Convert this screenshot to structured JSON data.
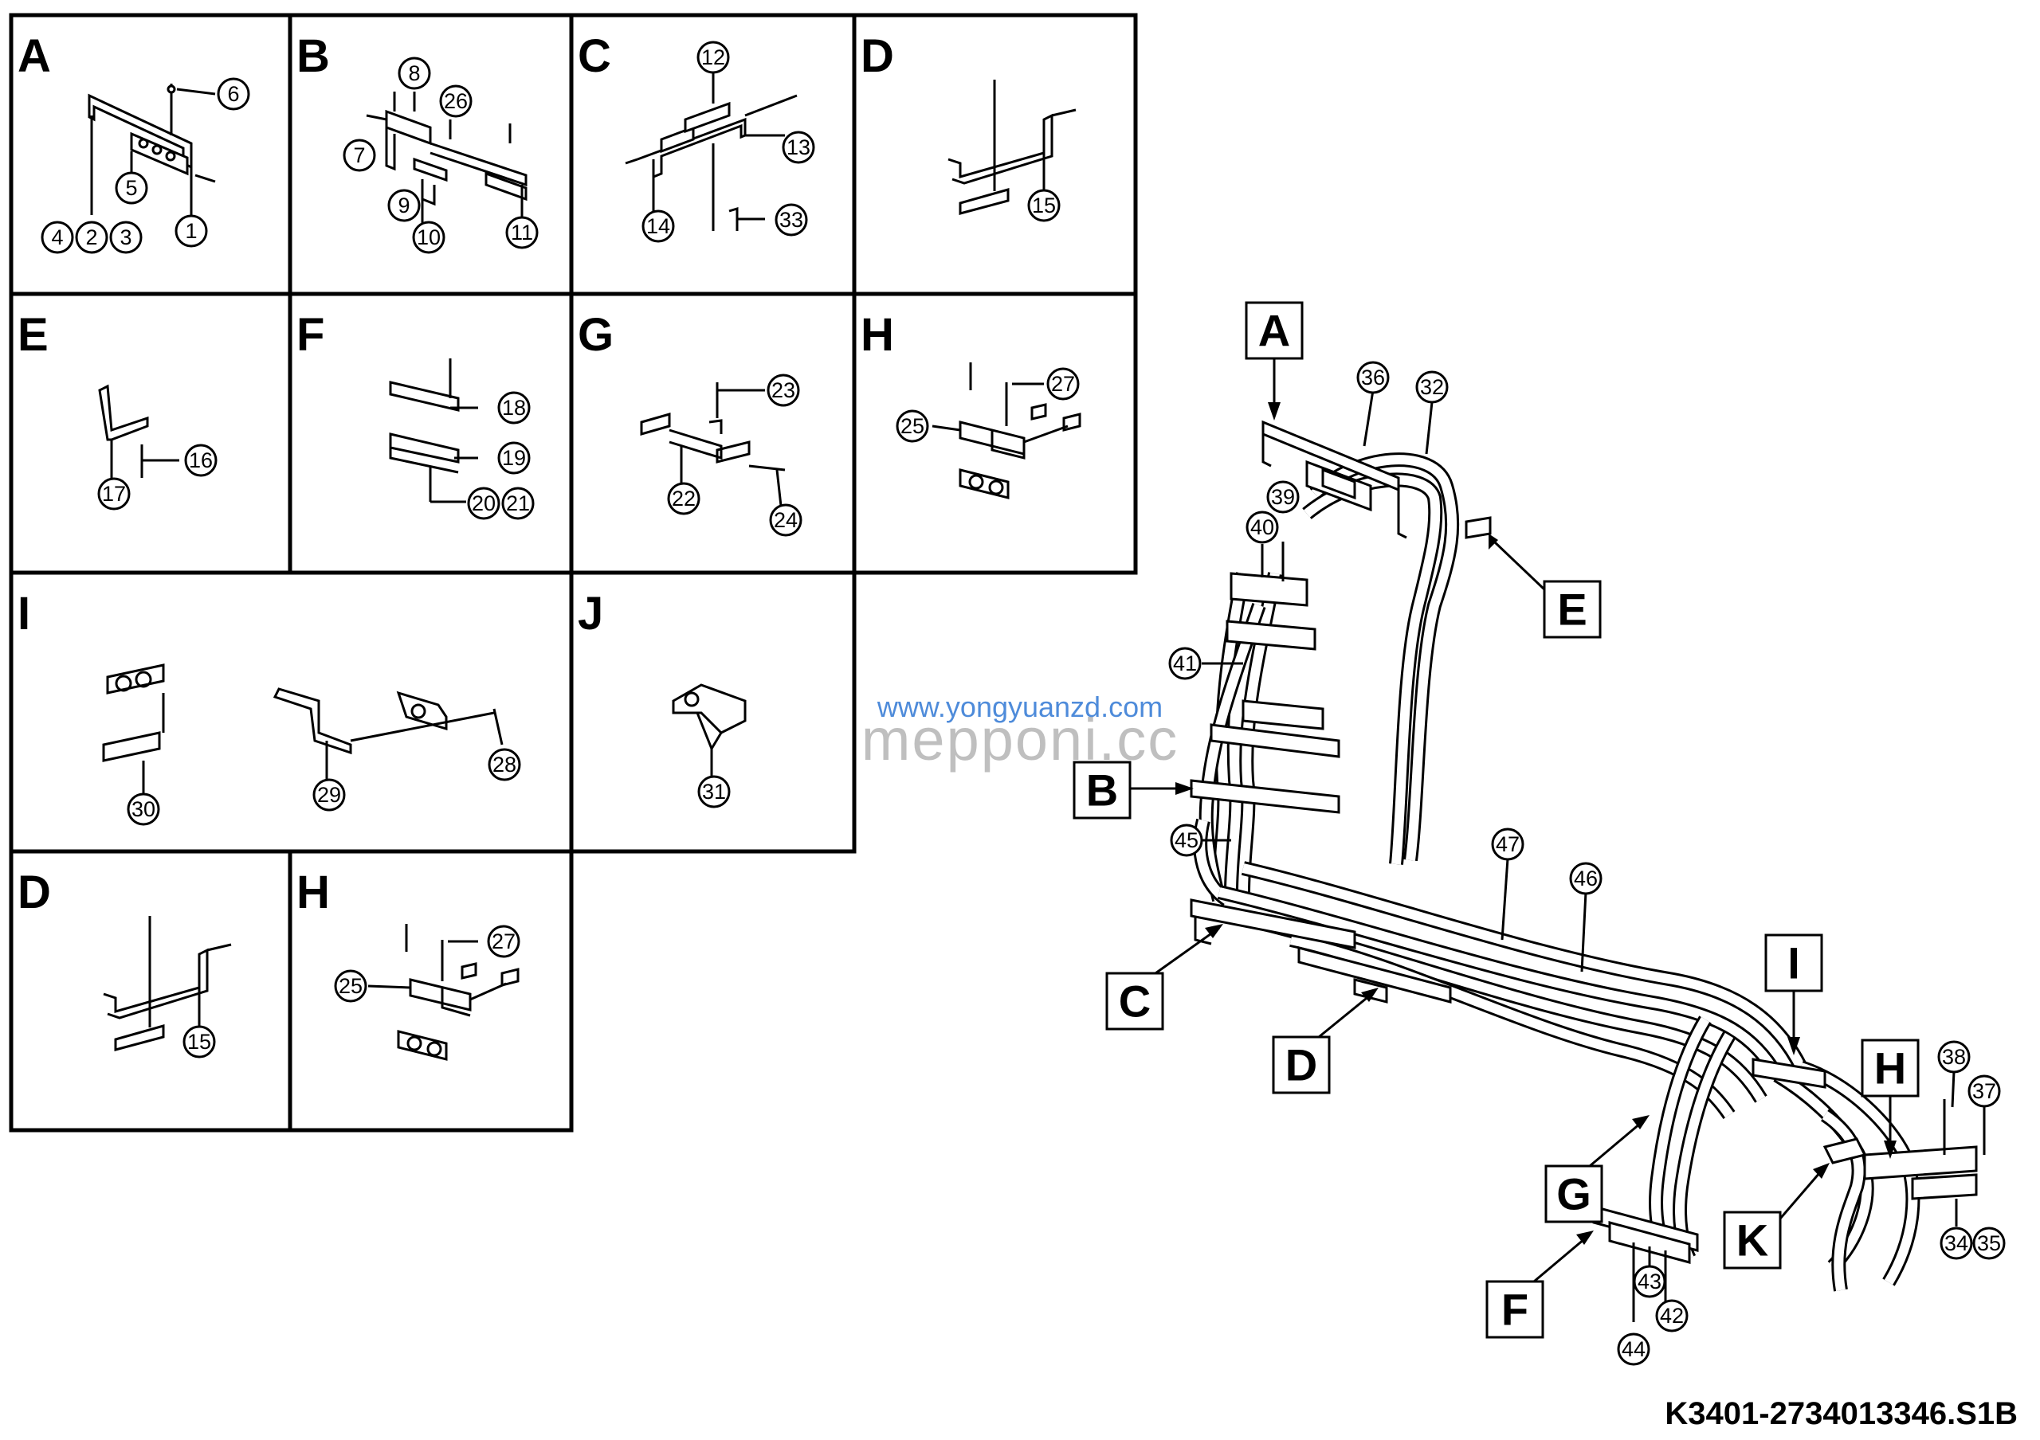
{
  "detail_views": [
    {
      "letter": "A",
      "parts": [
        "6",
        "5",
        "4",
        "2",
        "3",
        "1"
      ]
    },
    {
      "letter": "B",
      "parts": [
        "8",
        "26",
        "7",
        "9",
        "10",
        "11"
      ]
    },
    {
      "letter": "C",
      "parts": [
        "12",
        "13",
        "14",
        "33"
      ]
    },
    {
      "letter": "D",
      "parts": [
        "15"
      ]
    },
    {
      "letter": "E",
      "parts": [
        "16",
        "17"
      ]
    },
    {
      "letter": "F",
      "parts": [
        "18",
        "19",
        "20",
        "21"
      ]
    },
    {
      "letter": "G",
      "parts": [
        "23",
        "22",
        "24"
      ]
    },
    {
      "letter": "H",
      "parts": [
        "27",
        "25"
      ]
    },
    {
      "letter": "I",
      "parts": [
        "30",
        "29",
        "28"
      ]
    },
    {
      "letter": "J",
      "parts": [
        "31"
      ]
    },
    {
      "letter": "D",
      "parts": [
        "15"
      ]
    },
    {
      "letter": "H",
      "parts": [
        "27",
        "25"
      ]
    }
  ],
  "assembly": {
    "view_callouts": [
      "A",
      "B",
      "C",
      "D",
      "E",
      "F",
      "G",
      "H",
      "I",
      "K"
    ],
    "parts": [
      "36",
      "32",
      "39",
      "40",
      "41",
      "45",
      "47",
      "46",
      "38",
      "37",
      "34",
      "35",
      "43",
      "42",
      "44"
    ]
  },
  "watermark": {
    "url": "www.yongyuanzd.com",
    "brand": "mepponi.cc"
  },
  "document_code": "K3401-2734013346.S1B",
  "colors": {
    "line": "#000000",
    "background": "#ffffff",
    "watermark_url": "#3b7fd6"
  }
}
